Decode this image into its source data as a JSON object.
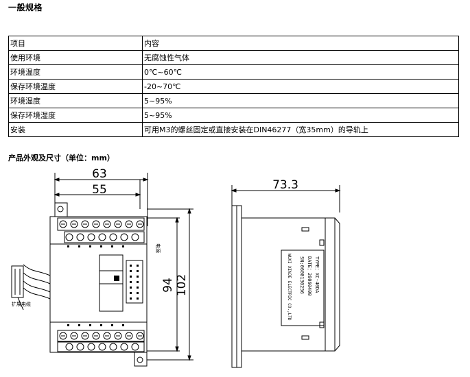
{
  "section_title": "一般规格",
  "table": {
    "header": [
      "项目",
      "内容"
    ],
    "rows": [
      [
        "使用环境",
        "无腐蚀性气体"
      ],
      [
        "环境温度",
        "0℃~60℃"
      ],
      [
        "保存环境温度",
        "-20~70℃"
      ],
      [
        "环境湿度",
        "5~95%"
      ],
      [
        "保存环境湿度",
        "5~95%"
      ],
      [
        "安装",
        "可用M3的螺丝固定或直接安装在DIN46277（宽35mm）的导轨上"
      ]
    ]
  },
  "dimensions_title": "产品外观及尺寸（单位：mm）",
  "drawing": {
    "dim_width_outer": "63",
    "dim_width_inner": "55",
    "dim_height_inner": "94",
    "dim_height_outer": "102",
    "dim_depth": "73.3",
    "label_expansion_cable": "扩展电缆",
    "label_power_led": "电源",
    "nameplate_lines": [
      "TYPE：XC-40DA",
      "DATE：20060400",
      "SN:0600130256"
    ],
    "maker_line": "WUXI XINJE ELECTRIC CO.,LTD"
  },
  "colors": {
    "line": "#000000",
    "panel_gray": "#cccccc",
    "dim_gray": "#555555"
  }
}
